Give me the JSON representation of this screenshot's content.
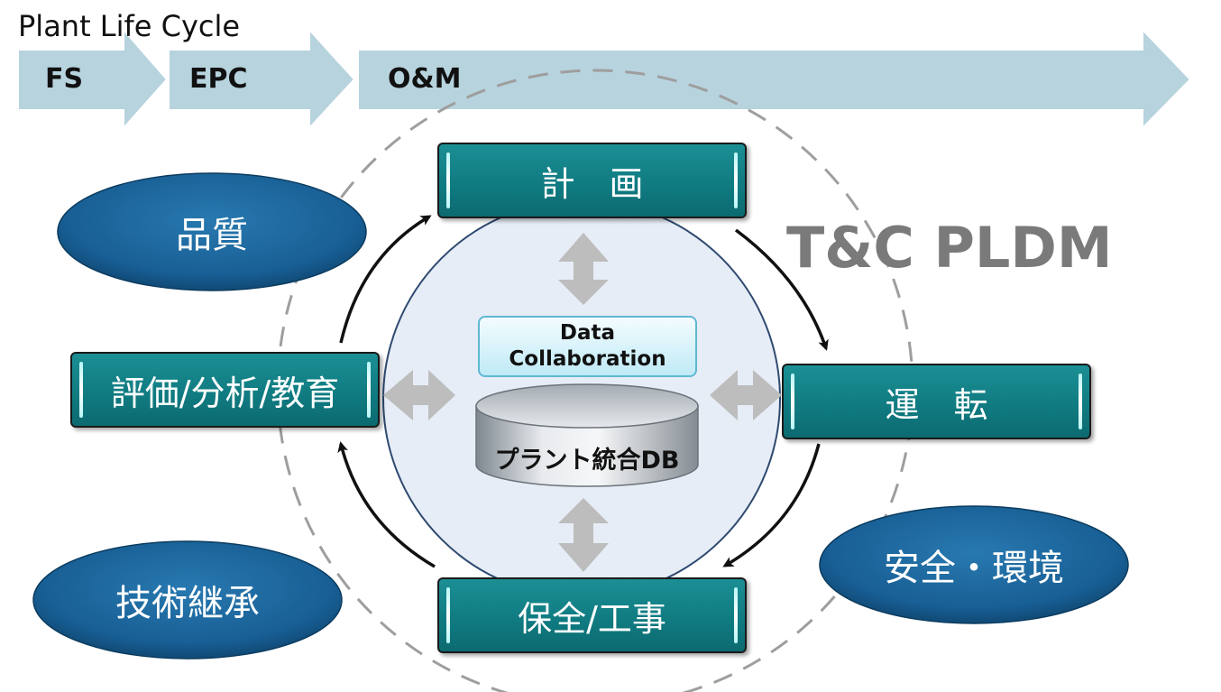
{
  "lifecycle": {
    "title": "Plant Life Cycle",
    "phases": [
      "FS",
      "EPC",
      "O&M"
    ]
  },
  "center": {
    "collaboration_line1": "Data",
    "collaboration_line2": "Collaboration",
    "database": "プラント統合DB"
  },
  "cycle": {
    "plan": "計　画",
    "operation": "運　転",
    "maintenance": "保全/工事",
    "evaluation": "評価/分析/教育"
  },
  "aspects": {
    "quality": "品質",
    "safety": "安全・環境",
    "skills": "技術継承"
  },
  "brand": "T&C PLDM",
  "colors": {
    "teal_box": "#0f7a80",
    "ellipse": "#17629a",
    "lifecycle_arrow": "#b7d3de",
    "double_arrow": "#bdbdbd",
    "pldm_text": "#7a7a7a"
  }
}
